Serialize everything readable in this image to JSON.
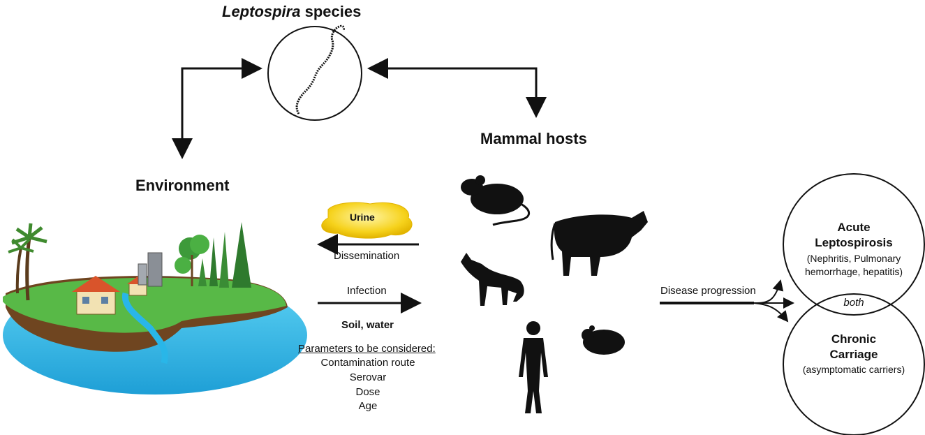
{
  "pathogen": {
    "name_italic": "Leptospira",
    "name_rest": " species"
  },
  "environment": {
    "title": "Environment"
  },
  "hosts": {
    "title": "Mammal hosts"
  },
  "middle": {
    "urine": "Urine",
    "dissemination": "Dissemination",
    "infection": "Infection",
    "soil_water": "Soil, water",
    "parameters_heading": "Parameters to be considered:",
    "parameters": [
      "Contamination route",
      "Serovar",
      "Dose",
      "Age"
    ]
  },
  "progression": {
    "label": "Disease progression"
  },
  "outcomes": {
    "acute_title_1": "Acute",
    "acute_title_2": "Leptospirosis",
    "acute_desc_1": "(Nephritis, Pulmonary",
    "acute_desc_2": "hemorrhage, hepatitis)",
    "both": "both",
    "chronic_title_1": "Chronic",
    "chronic_title_2": "Carriage",
    "chronic_desc": "(asymptomatic carriers)"
  },
  "colors": {
    "water": "#29b6e8",
    "grass": "#58b947",
    "soil": "#8b5a2b",
    "urine": "#f6d21c",
    "silhouette": "#111111"
  }
}
